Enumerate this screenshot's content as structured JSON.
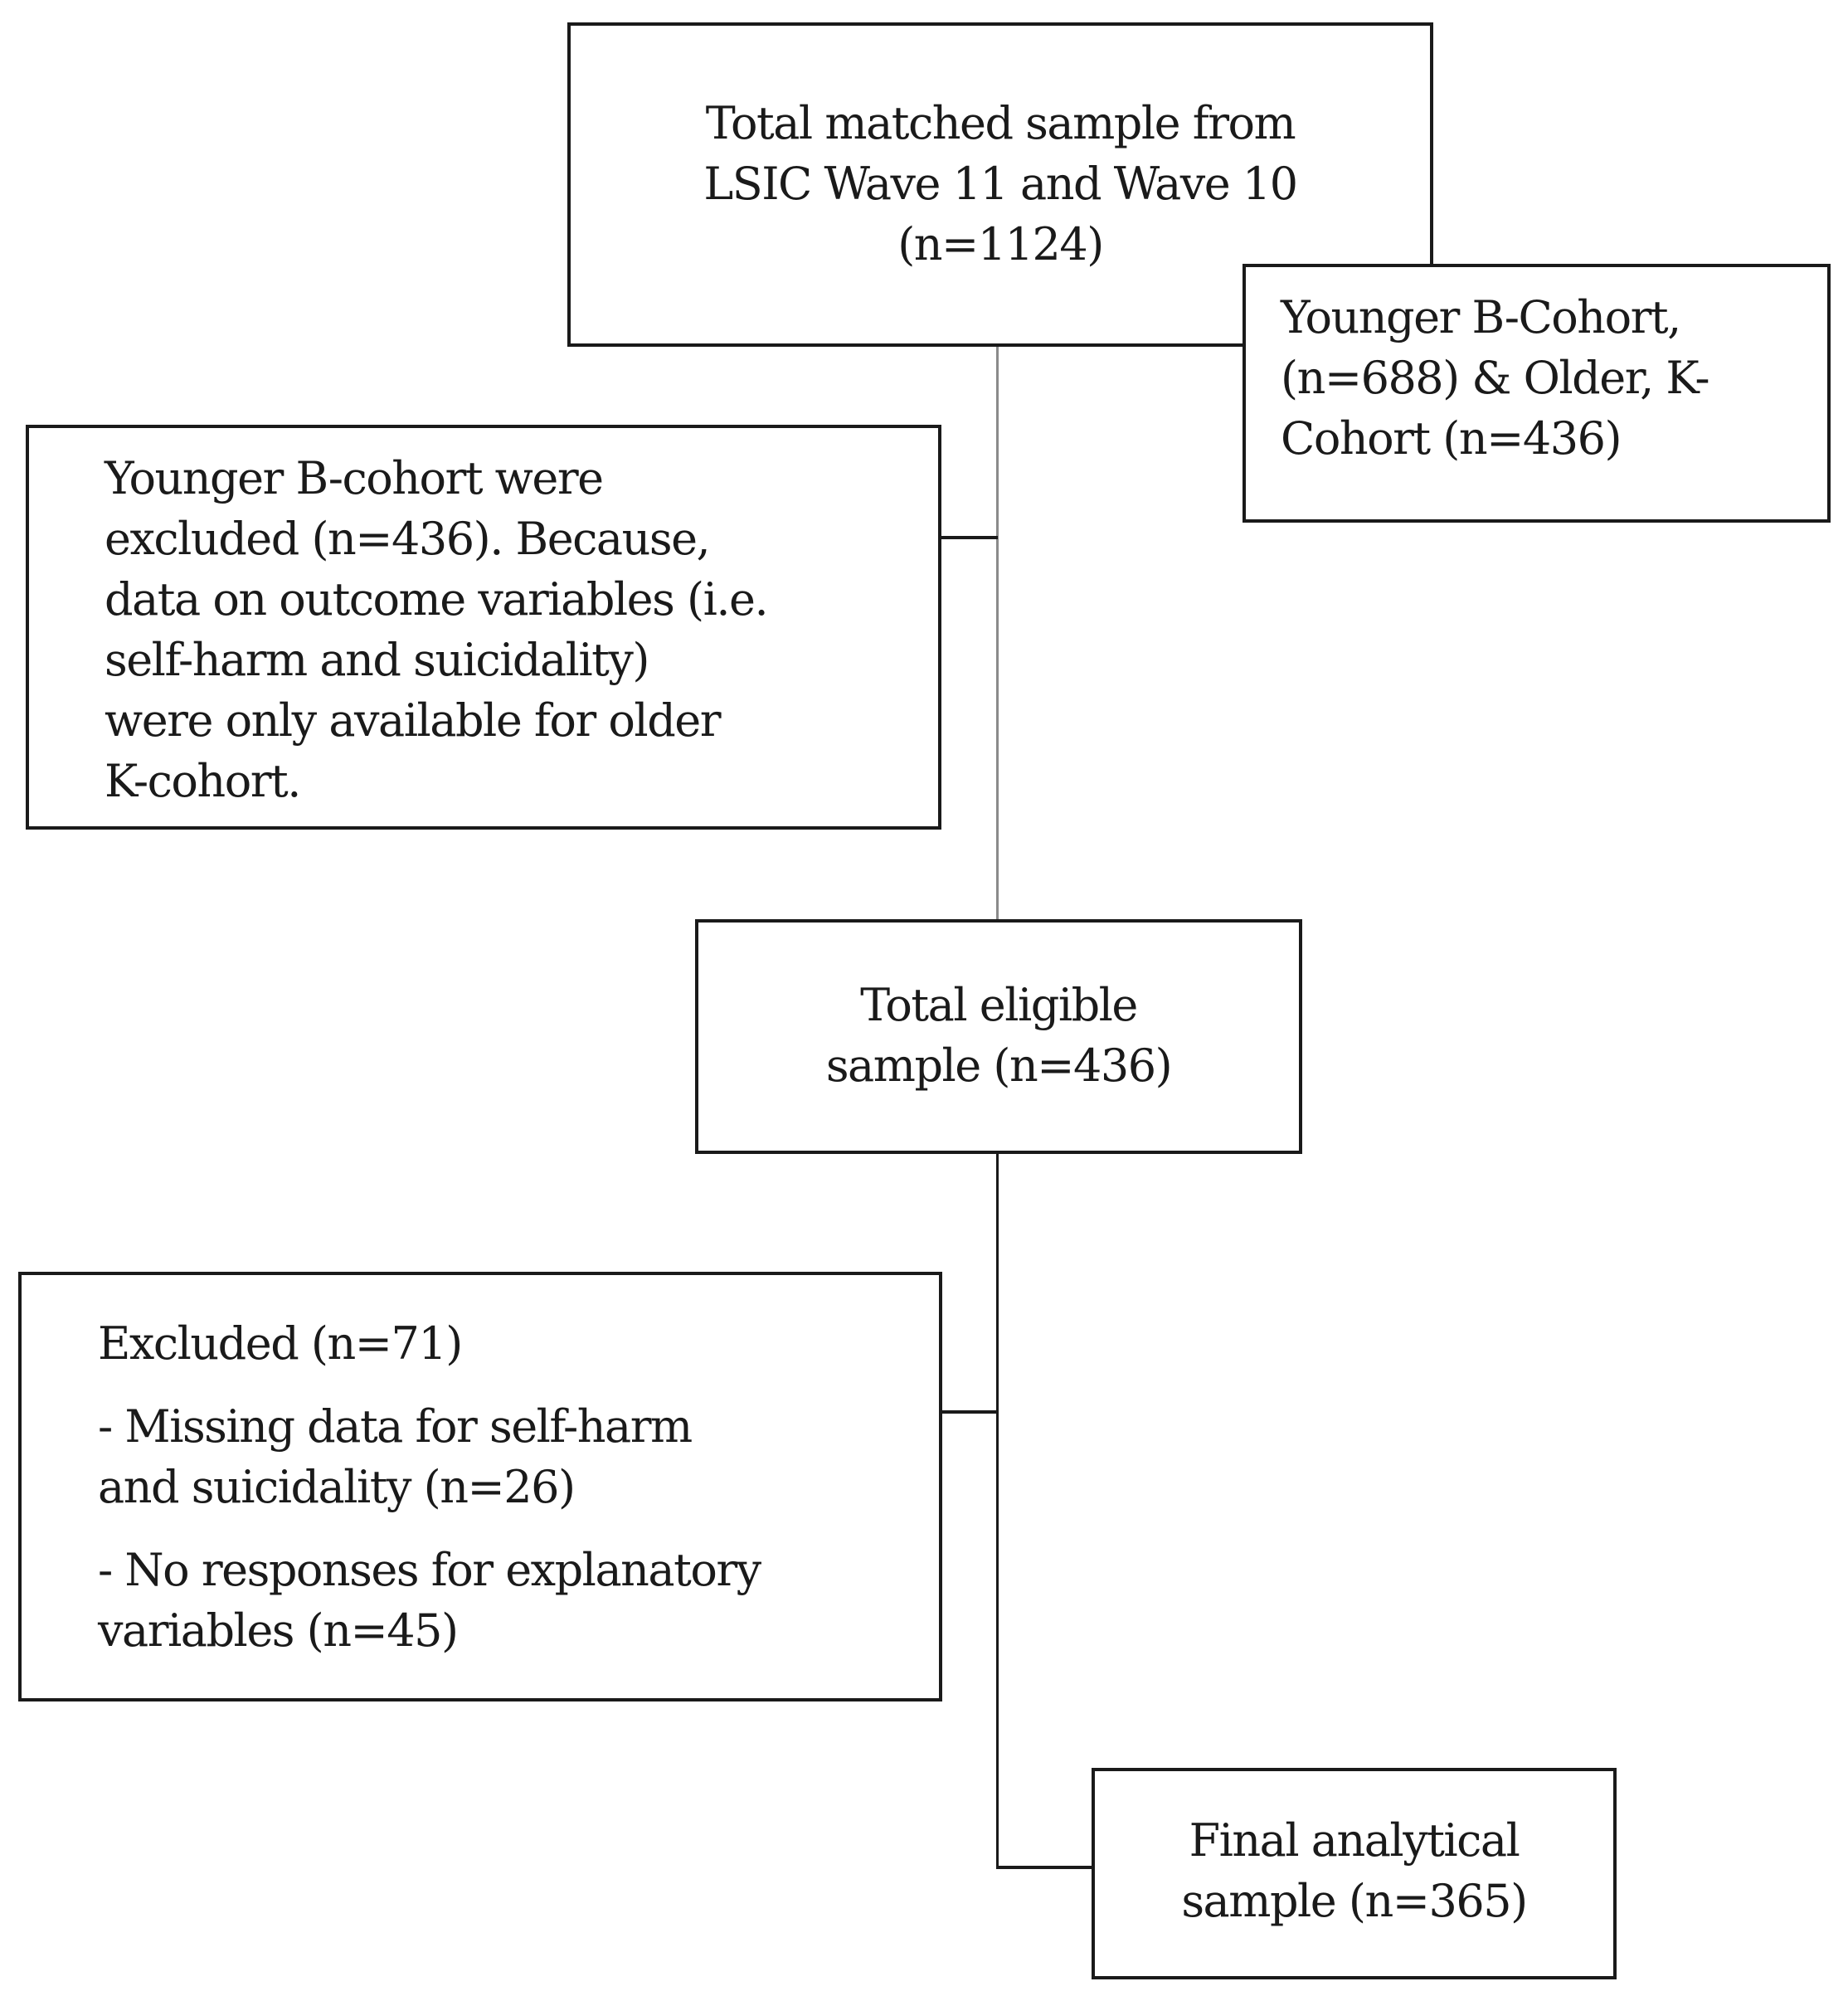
{
  "boxes": {
    "total_matched": {
      "line1": "Total matched sample from",
      "line2": "LSIC Wave 11 and Wave 10",
      "line3": "(n=1124)"
    },
    "cohorts": {
      "line1": "Younger B-Cohort,",
      "line2": "(n=688) & Older, K-",
      "line3": "Cohort (n=436)"
    },
    "excluded_b_cohort": {
      "line1": "Younger B-cohort were",
      "line2": "excluded (n=436). Because,",
      "line3": "data on outcome variables (i.e.",
      "line4": "self-harm and suicidality)",
      "line5": "were only available for older",
      "line6": "K-cohort."
    },
    "eligible": {
      "line1": "Total eligible",
      "line2": "sample (n=436)"
    },
    "excluded_71": {
      "title": "Excluded (n=71)",
      "item1_line1": "- Missing data for self-harm",
      "item1_line2": "and suicidality (n=26)",
      "item2_line1": "- No responses for explanatory",
      "item2_line2": "variables (n=45)"
    },
    "final": {
      "line1": "Final analytical",
      "line2": "sample (n=365)"
    }
  },
  "colors": {
    "border": "#1a1a1a",
    "connector_top": "#8a8a8a",
    "background": "#ffffff"
  }
}
